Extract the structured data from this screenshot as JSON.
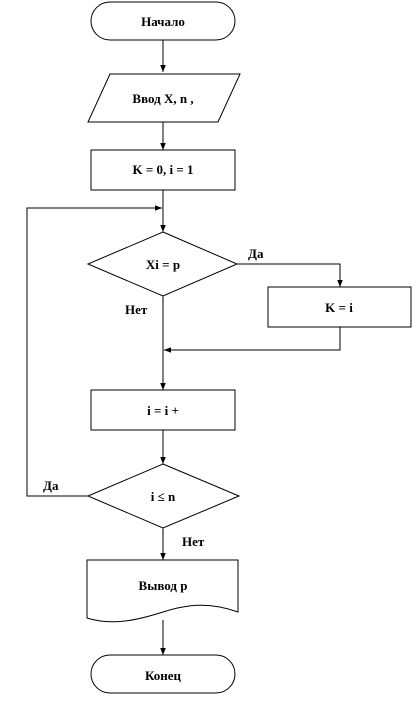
{
  "flowchart": {
    "start": "Начало",
    "input": "Ввод X, n ,",
    "init": "K = 0, i = 1",
    "condition1": "Xi = p",
    "condition1_yes": "Да",
    "condition1_no": "Нет",
    "assign_k": "K = i",
    "increment": "i = i +",
    "condition2": "i ≤ n",
    "condition2_yes": "Да",
    "condition2_no": "Нет",
    "output": "Вывод  p",
    "end": "Конец"
  },
  "colors": {
    "stroke": "#000000",
    "fill": "#ffffff",
    "text": "#000000"
  }
}
